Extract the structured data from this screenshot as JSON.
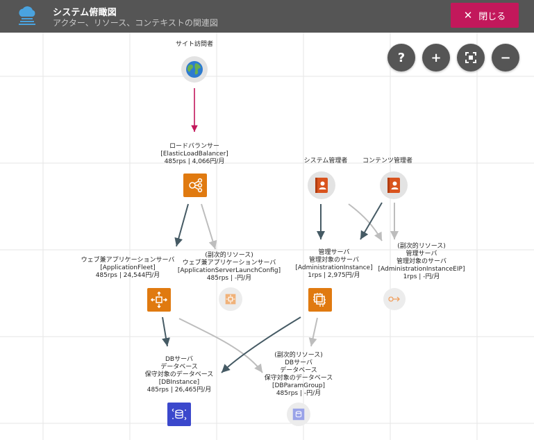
{
  "header": {
    "title": "システム俯瞰図",
    "subtitle": "アクター、リソース、コンテキストの関連図",
    "close_label": "閉じる",
    "logo_icon": "cloud-stack-icon"
  },
  "controls": {
    "help": "?",
    "zoom_in": "+",
    "fit": "fit-screen-icon",
    "zoom_out": "−"
  },
  "colors": {
    "header_bg": "#555555",
    "close_bg": "#c2185b",
    "accent_arrow": "#c2185b",
    "dark_arrow": "#455a64",
    "light_arrow": "#bdbdbd",
    "compute_orange": "#e07a10",
    "actor_orange": "#d9541e",
    "db_blue": "#3b48cc"
  },
  "nodes": {
    "visitor": {
      "lines": [
        "サイト訪問者"
      ],
      "icon": "globe-icon"
    },
    "elb": {
      "lines": [
        "ロードバランサー",
        "[ElasticLoadBalancer]",
        "485rps | 4,066円/月"
      ],
      "icon": "load-balancer-icon"
    },
    "sysadmin": {
      "lines": [
        "システム管理者"
      ],
      "icon": "admin-user-icon"
    },
    "contentadmin": {
      "lines": [
        "コンテンツ管理者"
      ],
      "icon": "admin-user-icon"
    },
    "appfleet": {
      "lines": [
        "ウェブ兼アプリケーションサーバ",
        "[ApplicationFleet]",
        "485rps | 24,544円/月"
      ],
      "icon": "autoscaling-icon"
    },
    "launchconfig": {
      "lines": [
        "(副次的リソース)",
        "ウェブ兼アプリケーションサーバ",
        "[ApplicationServerLaunchConfig]",
        "485rps | -円/月"
      ],
      "icon": "autoscaling-icon"
    },
    "admininstance": {
      "lines": [
        "管理サーバ",
        "管理対象のサーバ",
        "[AdministrationInstance]",
        "1rps | 2,975円/月"
      ],
      "icon": "ec2-instance-icon"
    },
    "admineip": {
      "lines": [
        "(副次的リソース)",
        "管理サーバ",
        "管理対象のサーバ",
        "[AdministrationInstanceEIP]",
        "1rps | -円/月"
      ],
      "icon": "elastic-ip-icon"
    },
    "dbinstance": {
      "lines": [
        "DBサーバ",
        "データベース",
        "保守対象のデータベース",
        "[DBInstance]",
        "485rps | 26,465円/月"
      ],
      "icon": "database-icon"
    },
    "dbparam": {
      "lines": [
        "(副次的リソース)",
        "DBサーバ",
        "データベース",
        "保守対象のデータベース",
        "[DBParamGroup]",
        "485rps | -円/月"
      ],
      "icon": "database-icon"
    }
  }
}
